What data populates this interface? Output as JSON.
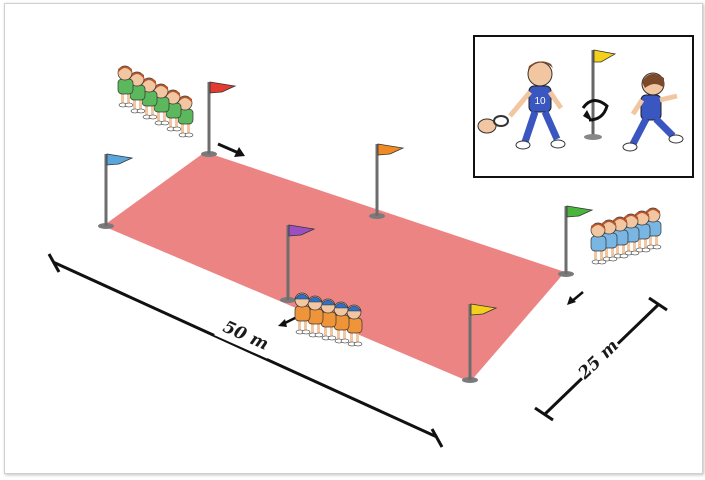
{
  "diagram": {
    "field_color": "#e96e6e",
    "length_label": "50 m",
    "width_label": "25 m",
    "flags": [
      {
        "name": "red-flag",
        "color": "#e23b2f"
      },
      {
        "name": "blue-flag",
        "color": "#5aa6dc"
      },
      {
        "name": "orange-flag",
        "color": "#f08a24"
      },
      {
        "name": "purple-flag",
        "color": "#9b4fc0"
      },
      {
        "name": "green-flag",
        "color": "#4ab43c"
      },
      {
        "name": "yellow-flag",
        "color": "#f2d01c"
      }
    ],
    "teams": [
      {
        "name": "green-team",
        "color": "#5cb85c"
      },
      {
        "name": "light-blue-team",
        "color": "#79b6e3"
      },
      {
        "name": "orange-team",
        "color": "#f0943a",
        "cap_color": "#2f6fc7"
      }
    ],
    "inset": {
      "runner_number": "10",
      "flag_color": "#f2d01c"
    }
  }
}
